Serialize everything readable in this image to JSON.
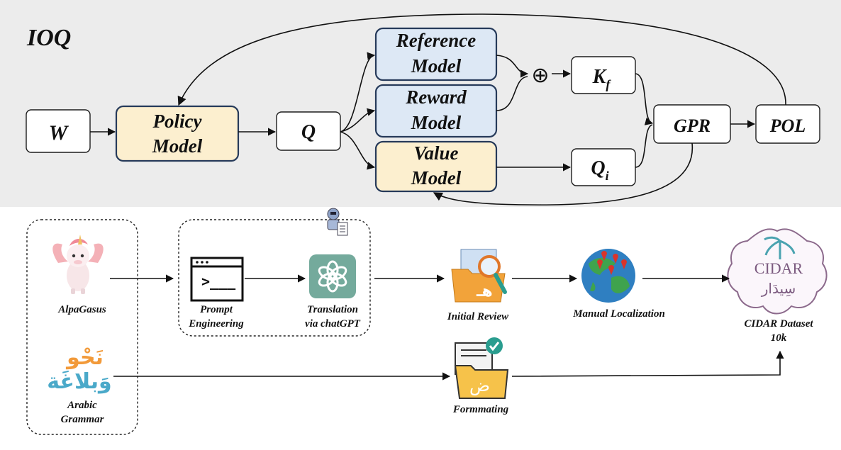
{
  "section_top": {
    "title": "IOQ",
    "nodes": {
      "w": "W",
      "policy_line1": "Policy",
      "policy_line2": "Model",
      "q": "Q",
      "reference_line1": "Reference",
      "reference_line2": "Model",
      "reward_line1": "Reward",
      "reward_line2": "Model",
      "value_line1": "Value",
      "value_line2": "Model",
      "oplus": "⊕",
      "kf_main": "K",
      "kf_sub": "f",
      "qi_main": "Q",
      "qi_sub": "i",
      "gpr": "GPR",
      "pol": "POL"
    }
  },
  "section_bottom": {
    "alpagasus": "AlpaGasus",
    "arabic_grammar_line1": "Arabic",
    "arabic_grammar_line2": "Grammar",
    "nahw_word1": "نَحْو",
    "nahw_word2": "وَبلاغَة",
    "prompt_line1": "Prompt",
    "prompt_line2": "Engineering",
    "terminal_prompt": ">___",
    "translation_line1": "Translation",
    "translation_line2": "via chatGPT",
    "initial_review": "Initial Review",
    "manual_localization": "Manual Localization",
    "cidar_logo_latin": "CIDAR",
    "cidar_logo_arabic": "سِيدَار",
    "cidar_line1": "CIDAR Dataset",
    "cidar_line2": "10k",
    "formatting": "Formmating",
    "formatting_glyph": "ض"
  },
  "colors": {
    "blue_fill": "#dde8f5",
    "cream_fill": "#fcefcf",
    "box_stroke": "#263a5a",
    "top_background": "#ececec",
    "openai_green": "#74aa9c",
    "folder_orange": "#f2a33a",
    "cidar_purple": "#8c6a8c"
  },
  "icons": [
    "unicorn-icon",
    "robot-icon",
    "terminal-icon",
    "openai-icon",
    "folder-search-icon",
    "globe-icon",
    "cidar-logo",
    "nahw-logo",
    "document-folder-icon",
    "check-icon"
  ]
}
